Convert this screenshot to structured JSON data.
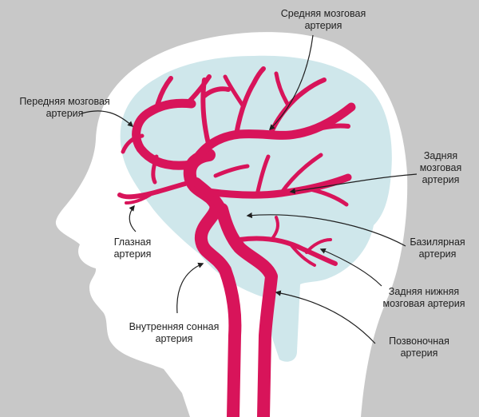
{
  "labels": {
    "middle_cerebral": {
      "line1": "Средняя мозговая",
      "line2": "артерия"
    },
    "anterior_cerebral": {
      "line1": "Передняя мозговая",
      "line2": "артерия"
    },
    "posterior_cerebral": {
      "line1": "Задняя",
      "line2": "мозговая",
      "line3": "артерия"
    },
    "ophthalmic": {
      "line1": "Глазная",
      "line2": "артерия"
    },
    "basilar": {
      "line1": "Базилярная",
      "line2": "артерия"
    },
    "posterior_inferior_cerebral": {
      "line1": "Задняя нижняя",
      "line2": "мозговая артерия"
    },
    "internal_carotid": {
      "line1": "Внутренняя сонная",
      "line2": "артерия"
    },
    "vertebral": {
      "line1": "Позвоночная",
      "line2": "артерия"
    }
  },
  "colors": {
    "background": "#c8c8c8",
    "head": "#ffffff",
    "brain": "#cfe7eb",
    "artery": "#d8145a",
    "text": "#1f1f1f"
  }
}
